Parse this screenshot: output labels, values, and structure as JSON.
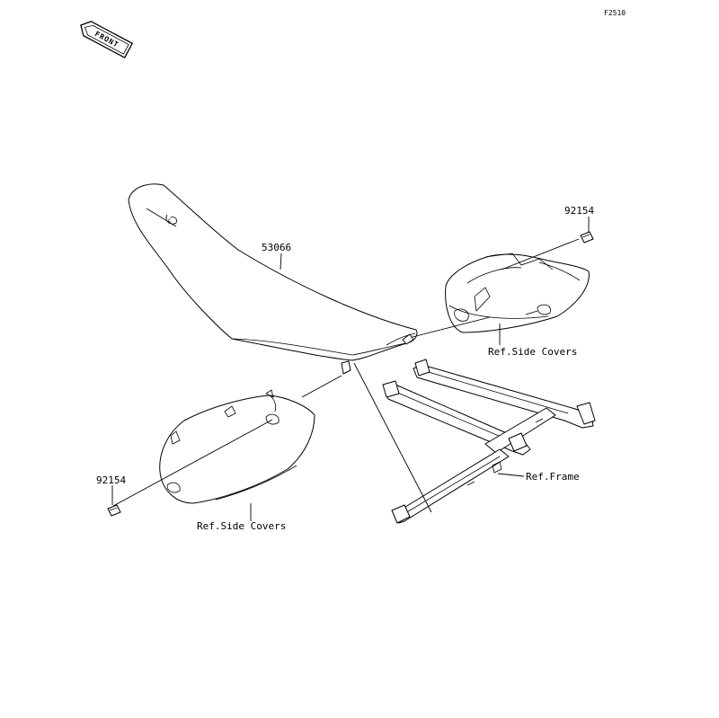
{
  "figure_code": "F2510",
  "front_badge": "FRONT",
  "labels": {
    "seat": "53066",
    "bolt_top": "92154",
    "side_covers_right": "Ref.Side Covers",
    "frame": "Ref.Frame",
    "bolt_bottom": "92154",
    "side_covers_left": "Ref.Side Covers"
  }
}
